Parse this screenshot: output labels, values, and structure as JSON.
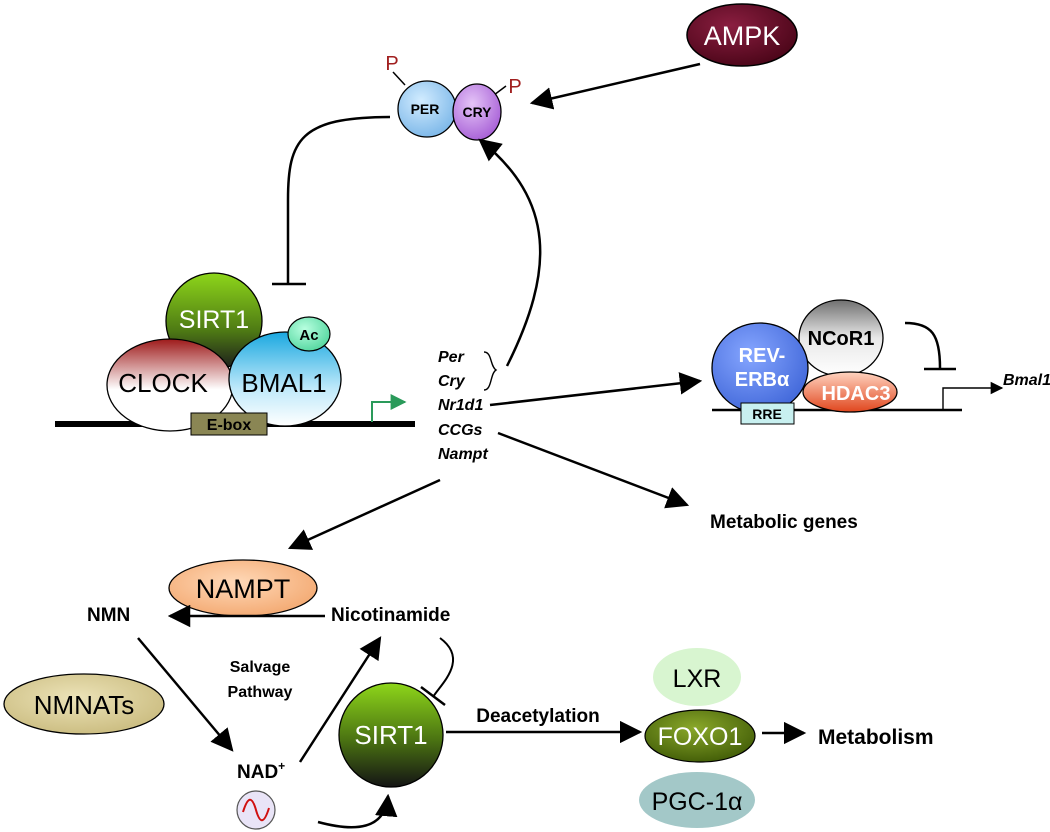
{
  "nodes": {
    "ampk": "AMPK",
    "per": "PER",
    "cry": "CRY",
    "phospho": "P",
    "sirt1_top": "SIRT1",
    "acetyl": "Ac",
    "clock": "CLOCK",
    "bmal1": "BMAL1",
    "ebox": "E-box",
    "rev_erb_line1": "REV-",
    "rev_erb_line2": "ERBα",
    "ncor1": "NCoR1",
    "hdac3": "HDAC3",
    "rre": "RRE",
    "bmal1_gene": "Bmal1",
    "nampt": "NAMPT",
    "nmnats": "NMNATs",
    "sirt1_bottom": "SIRT1",
    "lxr": "LXR",
    "foxo1": "FOXO1",
    "pgc1a": "PGC-1α"
  },
  "genes": [
    "Per",
    "Cry",
    "Nr1d1",
    "CCGs",
    "Nampt"
  ],
  "labels": {
    "metabolic_genes": "Metabolic genes",
    "nmn": "NMN",
    "nicotinamide": "Nicotinamide",
    "salvage_line1": "Salvage",
    "salvage_line2": "Pathway",
    "nad": "NAD",
    "nad_sup": "+",
    "deacetylation": "Deacetylation",
    "metabolism": "Metabolism"
  },
  "colors": {
    "ampk": "#6b0f2a",
    "per": "#a9d4f5",
    "cry": "#c78fe8",
    "phospho": "#a01e1e",
    "sirt1_top": "#7fbf1e",
    "acetyl": "#7ee8b8",
    "clock_top": "#9e1a1a",
    "bmal1": "#2fb8ea",
    "ebox": "#8a8654",
    "rev_erb": "#5b80ea",
    "ncor1": "#cfcfcf",
    "hdac3": "#e85a30",
    "rre": "#c8f0f0",
    "nampt": "#f6b98a",
    "nmnats": "#d8cd9a",
    "lxr": "#d8f5d0",
    "foxo1": "#5a7a0e",
    "pgc1a": "#a3c8c8",
    "tss_arrow": "#2a9a5a"
  }
}
